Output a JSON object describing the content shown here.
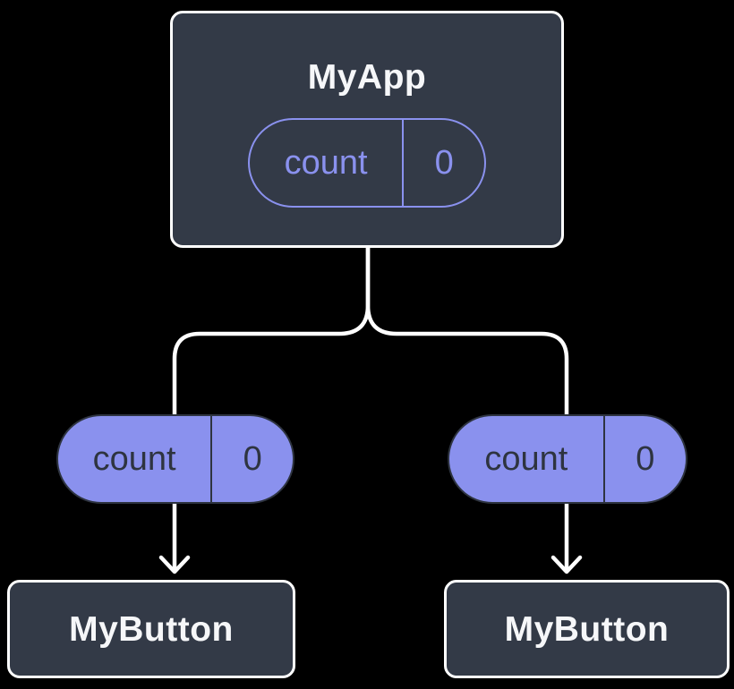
{
  "tree": {
    "root": {
      "name": "MyApp",
      "state": {
        "label": "count",
        "value": "0"
      }
    },
    "edges": [
      {
        "prop": {
          "label": "count",
          "value": "0"
        },
        "child": {
          "name": "MyButton"
        }
      },
      {
        "prop": {
          "label": "count",
          "value": "0"
        },
        "child": {
          "name": "MyButton"
        }
      }
    ]
  },
  "colors": {
    "background": "#000000",
    "node_fill": "#333a47",
    "node_border": "#ffffff",
    "node_text": "#f6f7f9",
    "accent_purple": "#8a91ee",
    "pill_dark_text": "#2e3440",
    "connector": "#ffffff"
  }
}
